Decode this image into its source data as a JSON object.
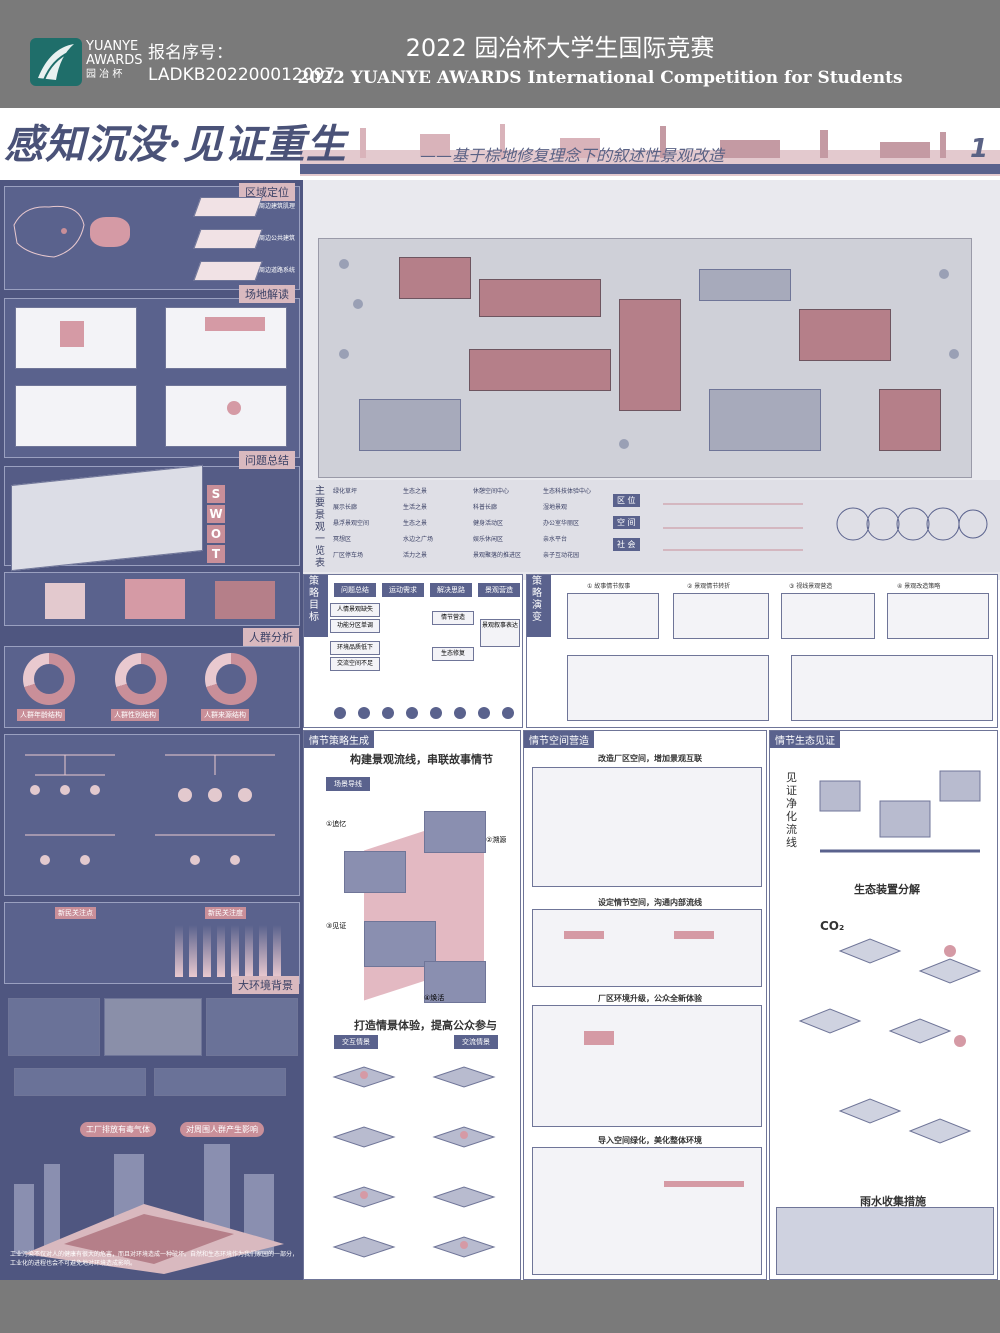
{
  "header": {
    "logo_line1": "YUANYE",
    "logo_line2": "AWARDS",
    "logo_line3": "园 冶 杯",
    "reg_label": "报名序号：",
    "reg_number": "LADKB202200012097",
    "title_cn": "2022 园冶杯大学生国际竞赛",
    "title_en": "2022 YUANYE AWARDS International Competition for  Students"
  },
  "banner": {
    "title": "感知沉没·见证重生",
    "subtitle": "——基于棕地修复理念下的叙述性景观改造",
    "page_number": "1"
  },
  "left_sections": {
    "region": "区域定位",
    "region_items": [
      "周边建筑肌理",
      "周边公共建筑",
      "周边道路系统"
    ],
    "site": "场地解读",
    "problems": "问题总结",
    "swot": [
      "S",
      "W",
      "O",
      "T"
    ],
    "crowd": "人群分析",
    "donuts": [
      "人群年龄结构",
      "人群性别结构",
      "人群来源结构"
    ],
    "attention_a": "新民关注点",
    "attention_b": "新民关注度",
    "environment": "大环境背景",
    "pill_a": "工厂排放有毒气体",
    "pill_b": "对周围人群产生影响",
    "footer_note": "工业污染不仅对人的健康有很大的危害，而且对环境造成一种破坏。自然和生态环境作为我们家园的一部分，工业化的进程也会不可避免地对环境造成影响。"
  },
  "main": {
    "overview_label": "主要景观一览表",
    "overview_items": [
      "绿化草坪",
      "生态之景",
      "休憩空间中心",
      "生态科技体验中心",
      "展示长廊",
      "生活之景",
      "科普长廊",
      "湿地景观",
      "悬浮景观空间",
      "生态之景",
      "健身活动区",
      "办公室华丽区",
      "冥想区",
      "水边之广场",
      "娱乐休闲区",
      "亲水平台",
      "厂区停车场",
      "活力之景",
      "景观聚落的推进区",
      "亲子互动花园"
    ],
    "legend_items": [
      "区 位",
      "空 间",
      "社 会"
    ]
  },
  "strategy": {
    "goal_tag": "策略目标",
    "goal_headers": [
      "问题总结",
      "运动需求",
      "解决思路",
      "景观营造"
    ],
    "goal_boxes": [
      "人情景观缺失",
      "功能分区单调",
      "环境品质低下",
      "交流空间不足",
      "情节营造",
      "生态修复",
      "景观叙事表达"
    ],
    "evolution_tag": "策略演变",
    "evolution_steps": [
      "① 故事情节叙事",
      "② 景观情节转折",
      "③ 视线景观营造",
      "④ 景观改造策略"
    ],
    "plot_tag": "情节策略生成",
    "plot_title": "构建景观流线，串联故事情节",
    "route_label": "场景导线",
    "route_points": [
      "①追忆",
      "②溯源",
      "③见证",
      "④焕活"
    ],
    "exp_title": "打造情景体验，提高公众参与",
    "exp_a": "交互情景",
    "exp_b": "交流情景",
    "space_tag": "情节空间营造",
    "space_titles": [
      "改造厂区空间，增加景观互联",
      "设定情节空间，沟通内部流线",
      "厂区环境升级，公众全新体验",
      "导入空间绿化，美化整体环境"
    ],
    "eco_tag": "情节生态见证",
    "eco_flow": "见证净化流线",
    "eco_device": "生态装置分解",
    "eco_co2": "CO₂",
    "eco_rain": "雨水收集措施"
  }
}
